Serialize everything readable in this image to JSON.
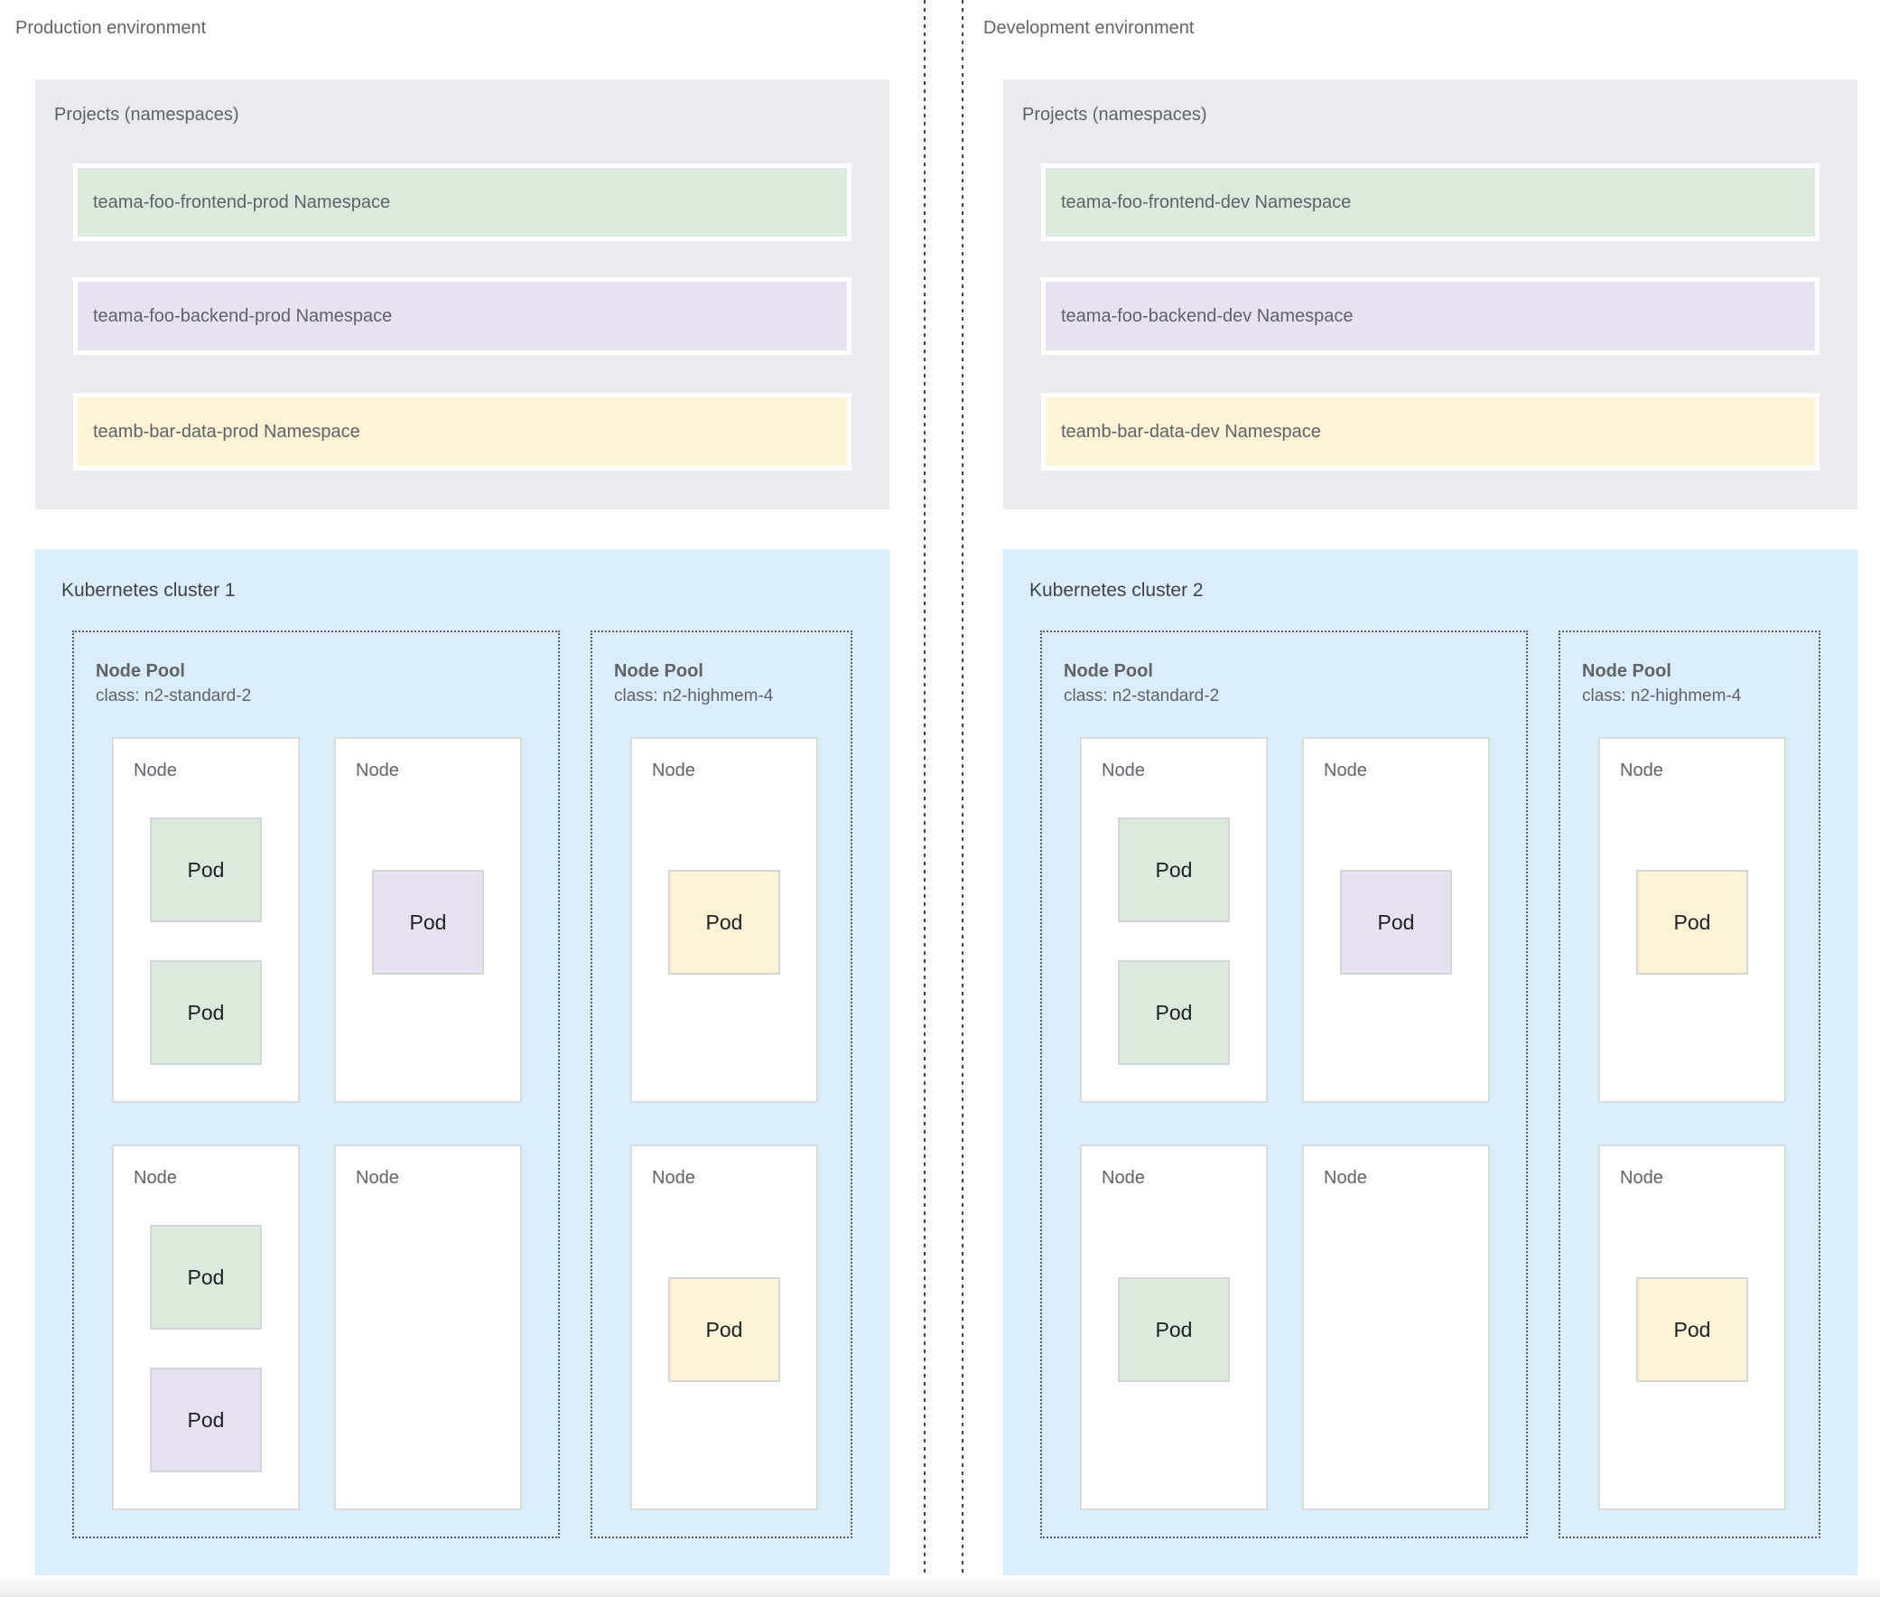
{
  "colors": {
    "green": "#dbeadd",
    "purple": "#e8e1f2",
    "yellow": "#fcf3d6",
    "panel": "#e9ebee",
    "cluster": "#d9edfb"
  },
  "environments": [
    {
      "title": "Production environment",
      "projects": {
        "title": "Projects (namespaces)",
        "namespaces": [
          {
            "label": "teama-foo-frontend-prod Namespace",
            "color": "green"
          },
          {
            "label": "teama-foo-backend-prod Namespace",
            "color": "purple"
          },
          {
            "label": "teamb-bar-data-prod Namespace",
            "color": "yellow"
          }
        ]
      },
      "cluster": {
        "title": "Kubernetes cluster 1",
        "node_pools": [
          {
            "title": "Node Pool",
            "machine_class": "class: n2-standard-2",
            "nodes": [
              {
                "label": "Node",
                "pods": [
                  {
                    "label": "Pod",
                    "color": "green"
                  },
                  {
                    "label": "Pod",
                    "color": "green"
                  }
                ]
              },
              {
                "label": "Node",
                "pods": [
                  {
                    "label": "Pod",
                    "color": "purple"
                  }
                ]
              },
              {
                "label": "Node",
                "pods": [
                  {
                    "label": "Pod",
                    "color": "green"
                  },
                  {
                    "label": "Pod",
                    "color": "purple"
                  }
                ]
              },
              {
                "label": "Node",
                "pods": []
              }
            ]
          },
          {
            "title": "Node Pool",
            "machine_class": "class: n2-highmem-4",
            "nodes": [
              {
                "label": "Node",
                "pods": [
                  {
                    "label": "Pod",
                    "color": "yellow"
                  }
                ]
              },
              {
                "label": "Node",
                "pods": [
                  {
                    "label": "Pod",
                    "color": "yellow"
                  }
                ]
              }
            ]
          }
        ]
      }
    },
    {
      "title": "Development environment",
      "projects": {
        "title": "Projects (namespaces)",
        "namespaces": [
          {
            "label": "teama-foo-frontend-dev Namespace",
            "color": "green"
          },
          {
            "label": "teama-foo-backend-dev Namespace",
            "color": "purple"
          },
          {
            "label": "teamb-bar-data-dev Namespace",
            "color": "yellow"
          }
        ]
      },
      "cluster": {
        "title": "Kubernetes cluster 2",
        "node_pools": [
          {
            "title": "Node Pool",
            "machine_class": "class: n2-standard-2",
            "nodes": [
              {
                "label": "Node",
                "pods": [
                  {
                    "label": "Pod",
                    "color": "green"
                  },
                  {
                    "label": "Pod",
                    "color": "green"
                  }
                ]
              },
              {
                "label": "Node",
                "pods": [
                  {
                    "label": "Pod",
                    "color": "purple"
                  }
                ]
              },
              {
                "label": "Node",
                "pods": [
                  {
                    "label": "Pod",
                    "color": "green"
                  }
                ]
              },
              {
                "label": "Node",
                "pods": []
              }
            ]
          },
          {
            "title": "Node Pool",
            "machine_class": "class: n2-highmem-4",
            "nodes": [
              {
                "label": "Node",
                "pods": [
                  {
                    "label": "Pod",
                    "color": "yellow"
                  }
                ]
              },
              {
                "label": "Node",
                "pods": [
                  {
                    "label": "Pod",
                    "color": "yellow"
                  }
                ]
              }
            ]
          }
        ]
      }
    }
  ]
}
